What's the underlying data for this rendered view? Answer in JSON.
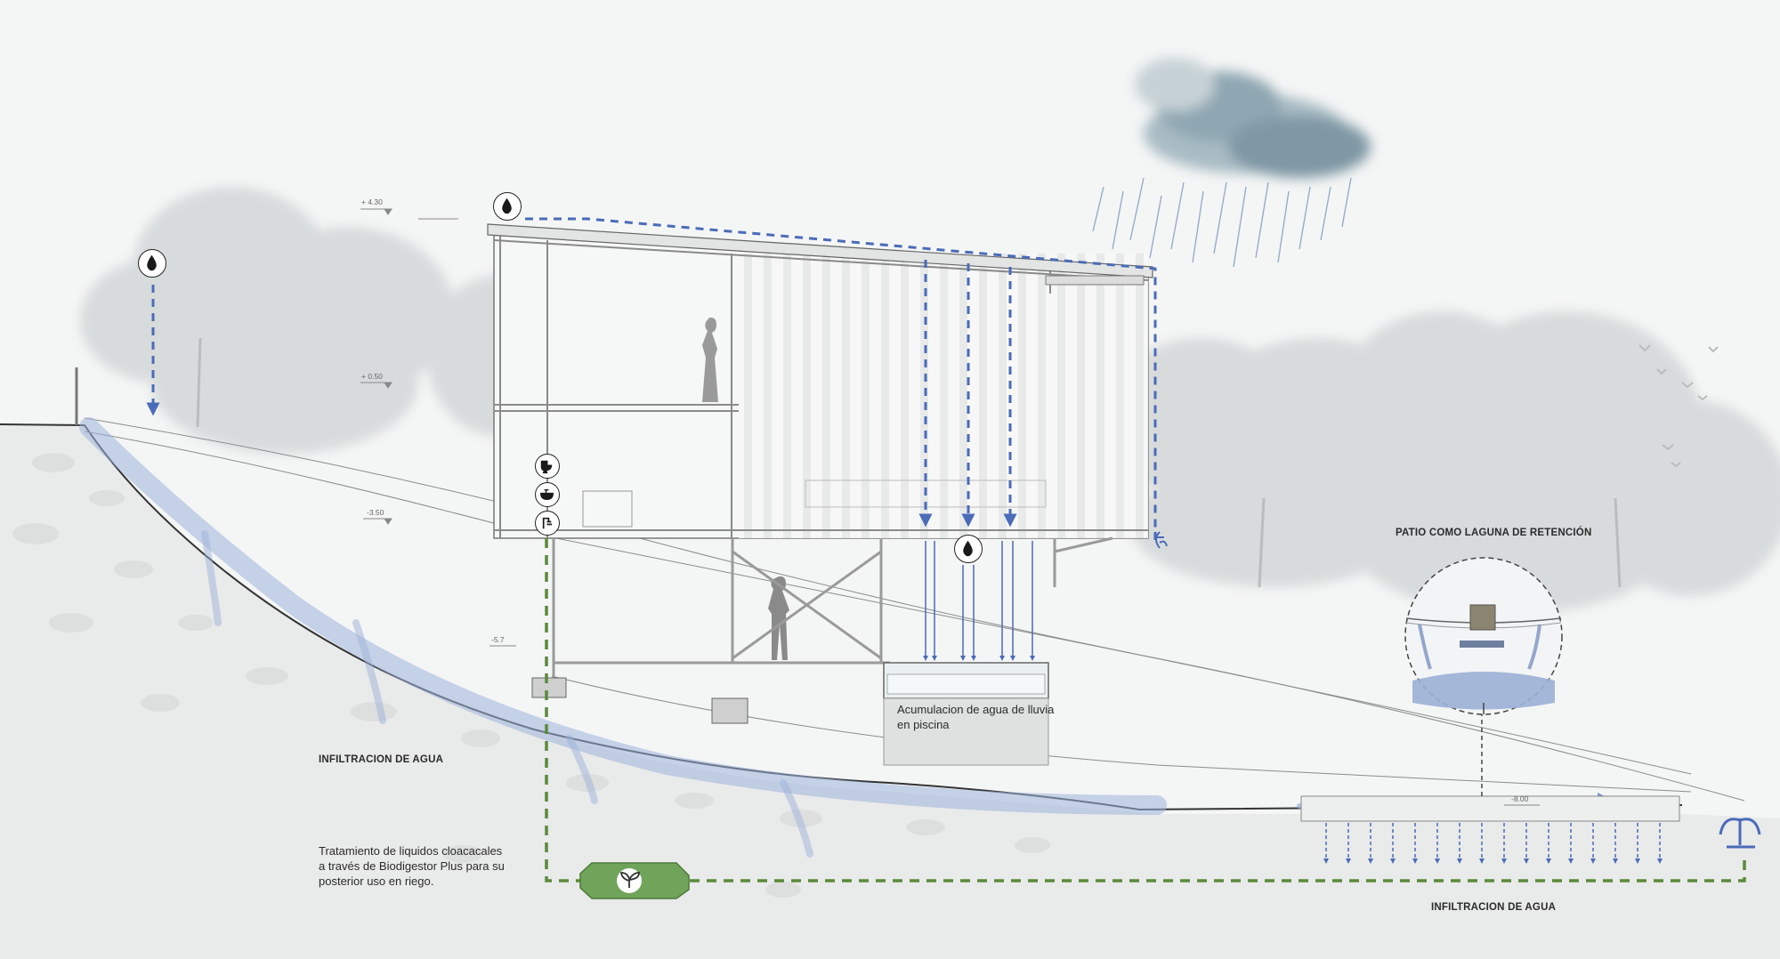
{
  "labels": {
    "infiltration_left": "INFILTRACION DE AGUA",
    "infiltration_right": "INFILTRACION DE AGUA",
    "patio": "PATIO COMO LAGUNA DE RETENCIÓN",
    "pool_line1": "Acumulacion de agua de lluvia",
    "pool_line2": "en piscina",
    "treatment_line1": "Tratamiento de liquidos cloacacales",
    "treatment_line2": "a través de Biodigestor Plus para su",
    "treatment_line3": "posterior uso en riego."
  },
  "levels": {
    "roof": "+ 4.30",
    "floor": "+ 0.50",
    "mid": "-3.50",
    "low": "-5.7",
    "deep": "-8.00"
  },
  "icons": {
    "water_drop": "water-drop-icon",
    "toilet": "toilet-icon",
    "sink": "sink-icon",
    "shower": "shower-icon",
    "biodigester": "sprout-icon",
    "fountain": "fountain-icon"
  },
  "colors": {
    "rainwater_line": "#4a6bb8",
    "wastewater_line": "#5b8a3a",
    "biodigester_tank": "#6fa45a",
    "water_flow": "#9db2da",
    "cloud": "#8fa7b2"
  }
}
